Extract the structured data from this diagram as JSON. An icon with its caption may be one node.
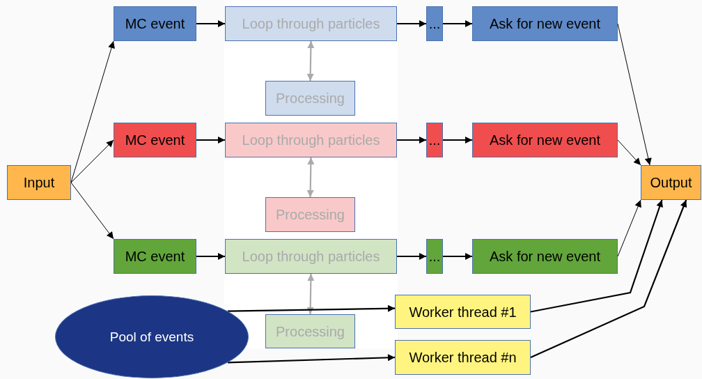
{
  "diagram": {
    "nodes": [
      {
        "text": [
          "Input"
        ]
      },
      {
        "text": [
          "MC event"
        ]
      },
      {
        "text": [
          "Loop through particles"
        ]
      },
      {
        "text": [
          "..."
        ]
      },
      {
        "text": [
          "Ask for new event"
        ]
      },
      {
        "text": [
          "Processing"
        ]
      },
      {
        "text": [
          "MC event"
        ]
      },
      {
        "text": [
          "Loop through particles"
        ]
      },
      {
        "text": [
          "..."
        ]
      },
      {
        "text": [
          "Ask for new event"
        ]
      },
      {
        "text": [
          "Processing"
        ]
      },
      {
        "text": [
          "Output"
        ]
      },
      {
        "text": [
          "MC event"
        ]
      },
      {
        "text": [
          "Loop through particles"
        ]
      },
      {
        "text": [
          "..."
        ]
      },
      {
        "text": [
          "Ask for new event"
        ]
      },
      {
        "text": [
          "Processing"
        ]
      },
      {
        "text": [
          "Pool of events"
        ]
      },
      {
        "text": [
          "Worker thread #1"
        ]
      },
      {
        "text": [
          "Worker thread #n"
        ]
      }
    ],
    "edges": [
      {
        "from": 0,
        "to": 1,
        "arrow": "to"
      },
      {
        "from": 0,
        "to": 6,
        "arrow": "to"
      },
      {
        "from": 0,
        "to": 12,
        "arrow": "to"
      },
      {
        "from": 1,
        "to": 2,
        "arrow": "to"
      },
      {
        "from": 2,
        "to": 5,
        "arrow": "both",
        "color": "#aaaaaa"
      },
      {
        "from": 2,
        "to": 3,
        "arrow": "to"
      },
      {
        "from": 3,
        "to": 4,
        "arrow": "to"
      },
      {
        "from": 4,
        "to": 11,
        "arrow": "to"
      },
      {
        "from": 6,
        "to": 7,
        "arrow": "to"
      },
      {
        "from": 7,
        "to": 10,
        "arrow": "both",
        "color": "#aaaaaa"
      },
      {
        "from": 7,
        "to": 8,
        "arrow": "to"
      },
      {
        "from": 8,
        "to": 9,
        "arrow": "to"
      },
      {
        "from": 9,
        "to": 11,
        "arrow": "to"
      },
      {
        "from": 12,
        "to": 13,
        "arrow": "to"
      },
      {
        "from": 13,
        "to": 16,
        "arrow": "both",
        "color": "#aaaaaa"
      },
      {
        "from": 13,
        "to": 14,
        "arrow": "to"
      },
      {
        "from": 14,
        "to": 15,
        "arrow": "to"
      },
      {
        "from": 15,
        "to": 11,
        "arrow": "to"
      },
      {
        "from": 17,
        "to": 18,
        "arrow": "to"
      },
      {
        "from": 17,
        "to": 19,
        "arrow": "to"
      },
      {
        "from": 18,
        "to": 11,
        "arrow": "to"
      },
      {
        "from": 19,
        "to": 11,
        "arrow": "to"
      }
    ]
  }
}
